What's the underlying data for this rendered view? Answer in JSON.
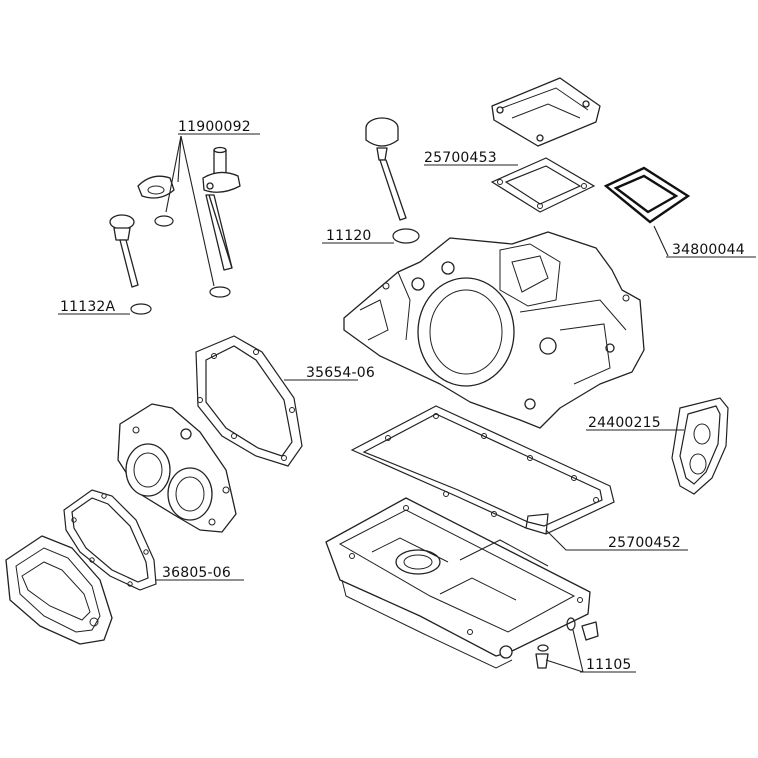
{
  "diagram": {
    "part_labels": [
      {
        "id": "p11900092",
        "number": "11900092"
      },
      {
        "id": "p25700453",
        "number": "25700453"
      },
      {
        "id": "p34800044",
        "number": "34800044"
      },
      {
        "id": "p11120",
        "number": "11120"
      },
      {
        "id": "p11132A",
        "number": "11132A"
      },
      {
        "id": "p35654_06",
        "number": "35654-06"
      },
      {
        "id": "p24400215",
        "number": "24400215"
      },
      {
        "id": "p25700452",
        "number": "25700452"
      },
      {
        "id": "p36805_06",
        "number": "36805-06"
      },
      {
        "id": "p11105",
        "number": "11105"
      }
    ]
  }
}
